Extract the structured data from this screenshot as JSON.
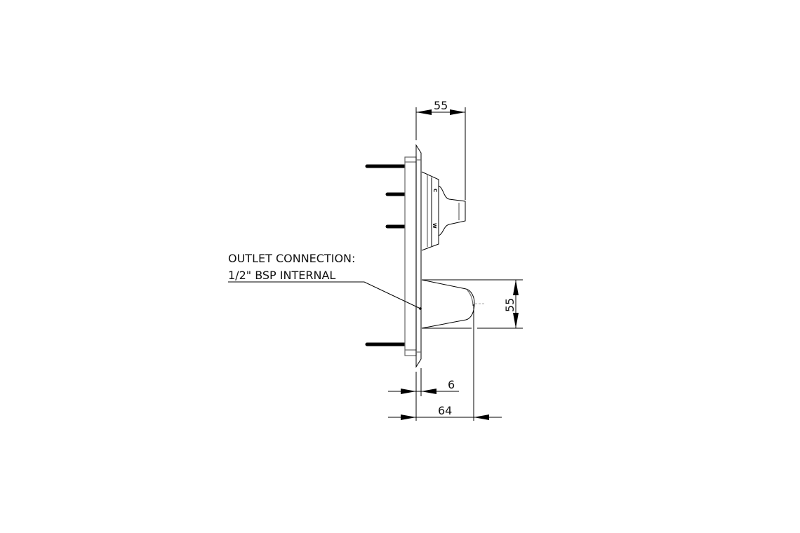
{
  "drawing": {
    "note_line1": "OUTLET CONNECTION:",
    "note_line2": "1/2\" BSP INTERNAL",
    "dimensions": {
      "valve_projection": "55",
      "spout_height": "55",
      "plate_thickness": "6",
      "spout_projection": "64"
    },
    "handle_markings": [
      "C",
      "W"
    ]
  }
}
